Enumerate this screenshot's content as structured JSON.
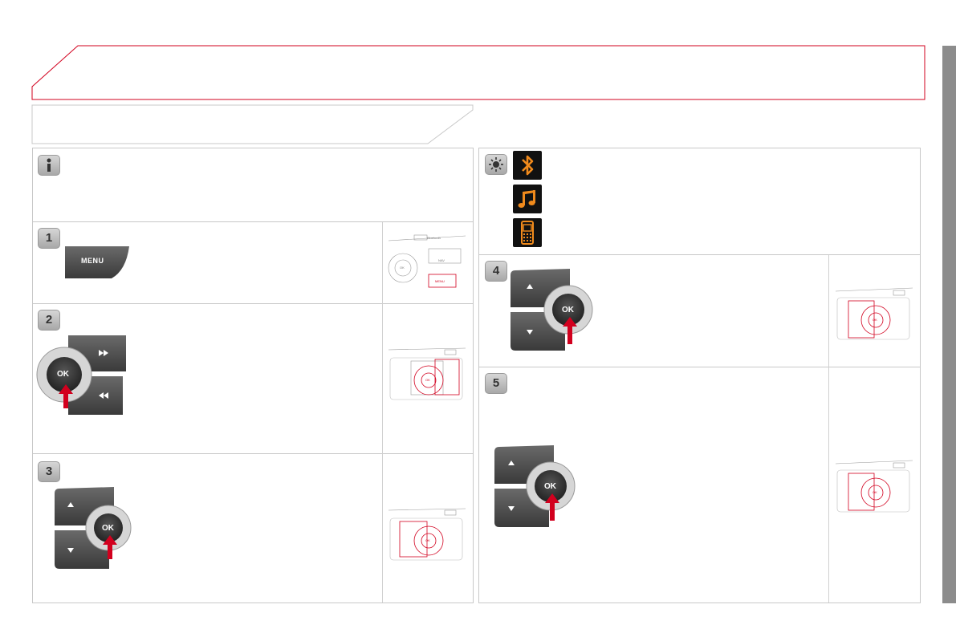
{
  "buttons": {
    "menu_label": "MENU",
    "ok_label": "OK",
    "nav_label": "NAV",
    "bluetooth_text": "Bluetooth",
    "menu_small": "MENU"
  },
  "steps": [
    "1",
    "2",
    "3",
    "4",
    "5"
  ],
  "icons": {
    "info": "info-icon",
    "tip": "tip-icon",
    "bluetooth": "bluetooth-icon",
    "music": "music-note-icon",
    "phone": "mobile-phone-icon"
  },
  "colors": {
    "accent_red": "#d2001e",
    "tile_orange": "#f08a1c",
    "side_bar": "#8c8c8c",
    "border": "#c8c8c8"
  }
}
